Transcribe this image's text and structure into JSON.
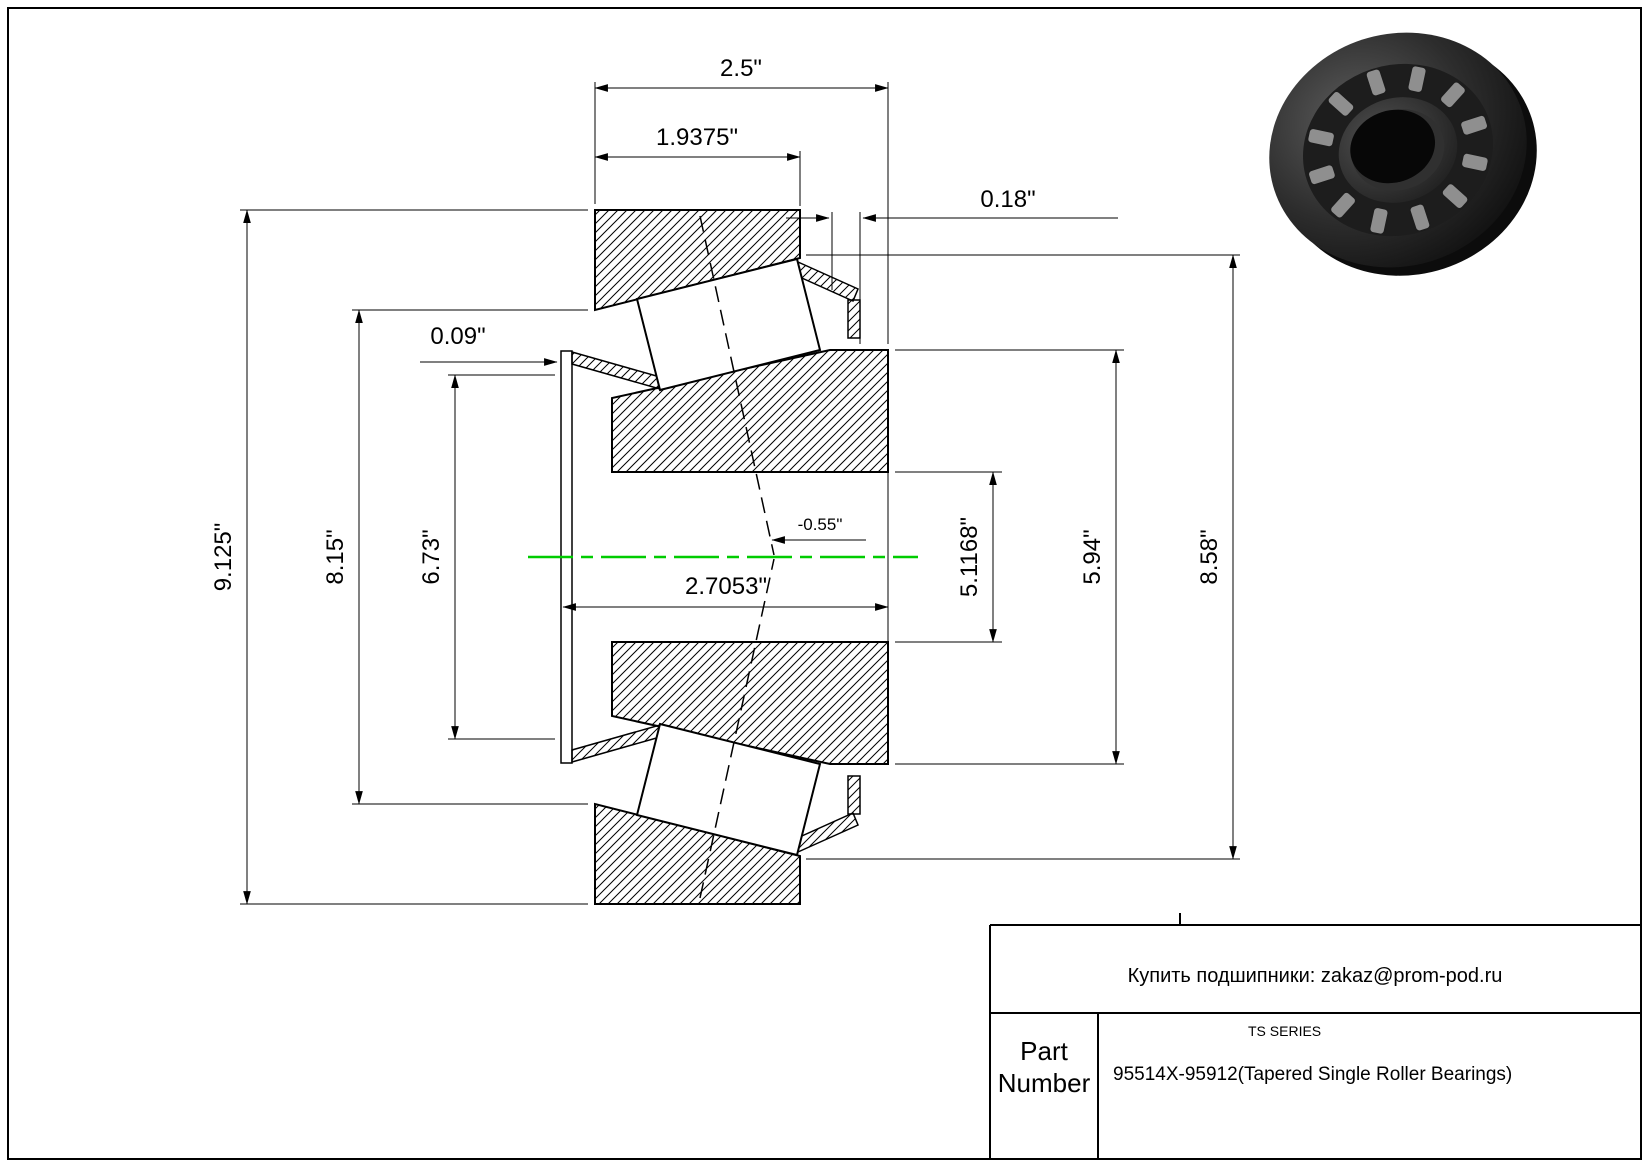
{
  "sheet": {
    "background": "#ffffff",
    "line_color": "#000000",
    "centerline_color": "#00cc00"
  },
  "dims": {
    "d25": "2.5\"",
    "d19375": "1.9375\"",
    "d018": "0.18\"",
    "d009": "0.09\"",
    "d9125": "9.125\"",
    "d815": "8.15\"",
    "d673": "6.73\"",
    "d27053": "2.7053\"",
    "dm055": "-0.55\"",
    "d51168": "5.1168\"",
    "d594": "5.94\"",
    "d858": "8.58\""
  },
  "title_block": {
    "contact": "Купить подшипники: zakaz@prom-pod.ru",
    "series": "TS SERIES",
    "part_label_line1": "Part",
    "part_label_line2": "Number",
    "part_number": "95514X-95912(Tapered Single Roller Bearings)"
  }
}
